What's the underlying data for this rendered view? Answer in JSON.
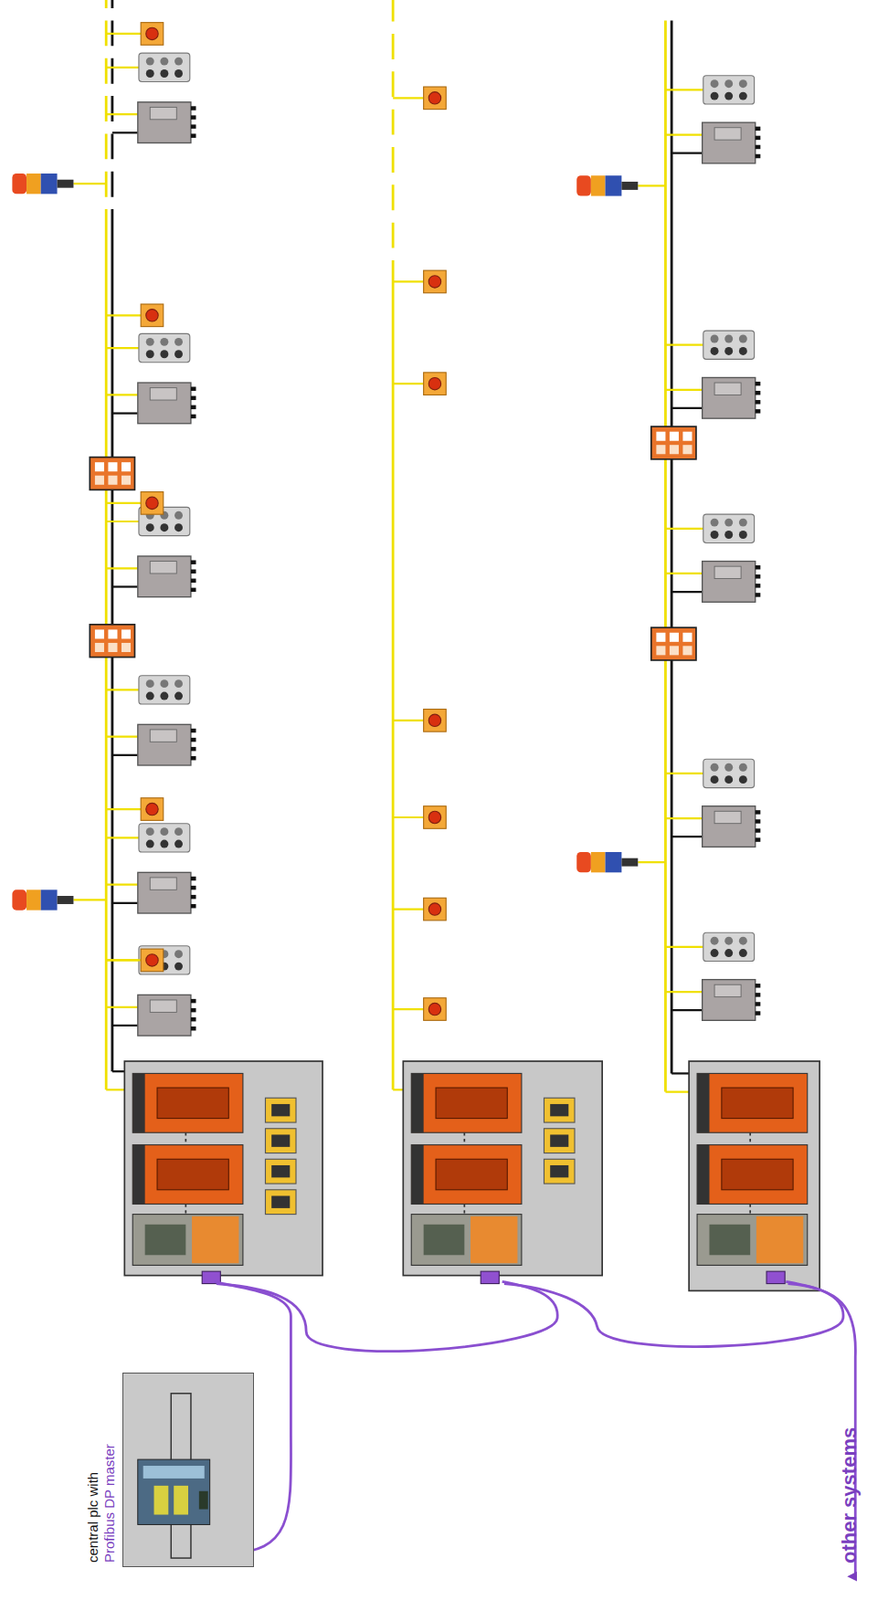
{
  "diagram": {
    "nodes": [
      {
        "text": [
          "central plc with",
          "Profibus DP master"
        ]
      }
    ],
    "labels": [
      "other systems"
    ]
  }
}
